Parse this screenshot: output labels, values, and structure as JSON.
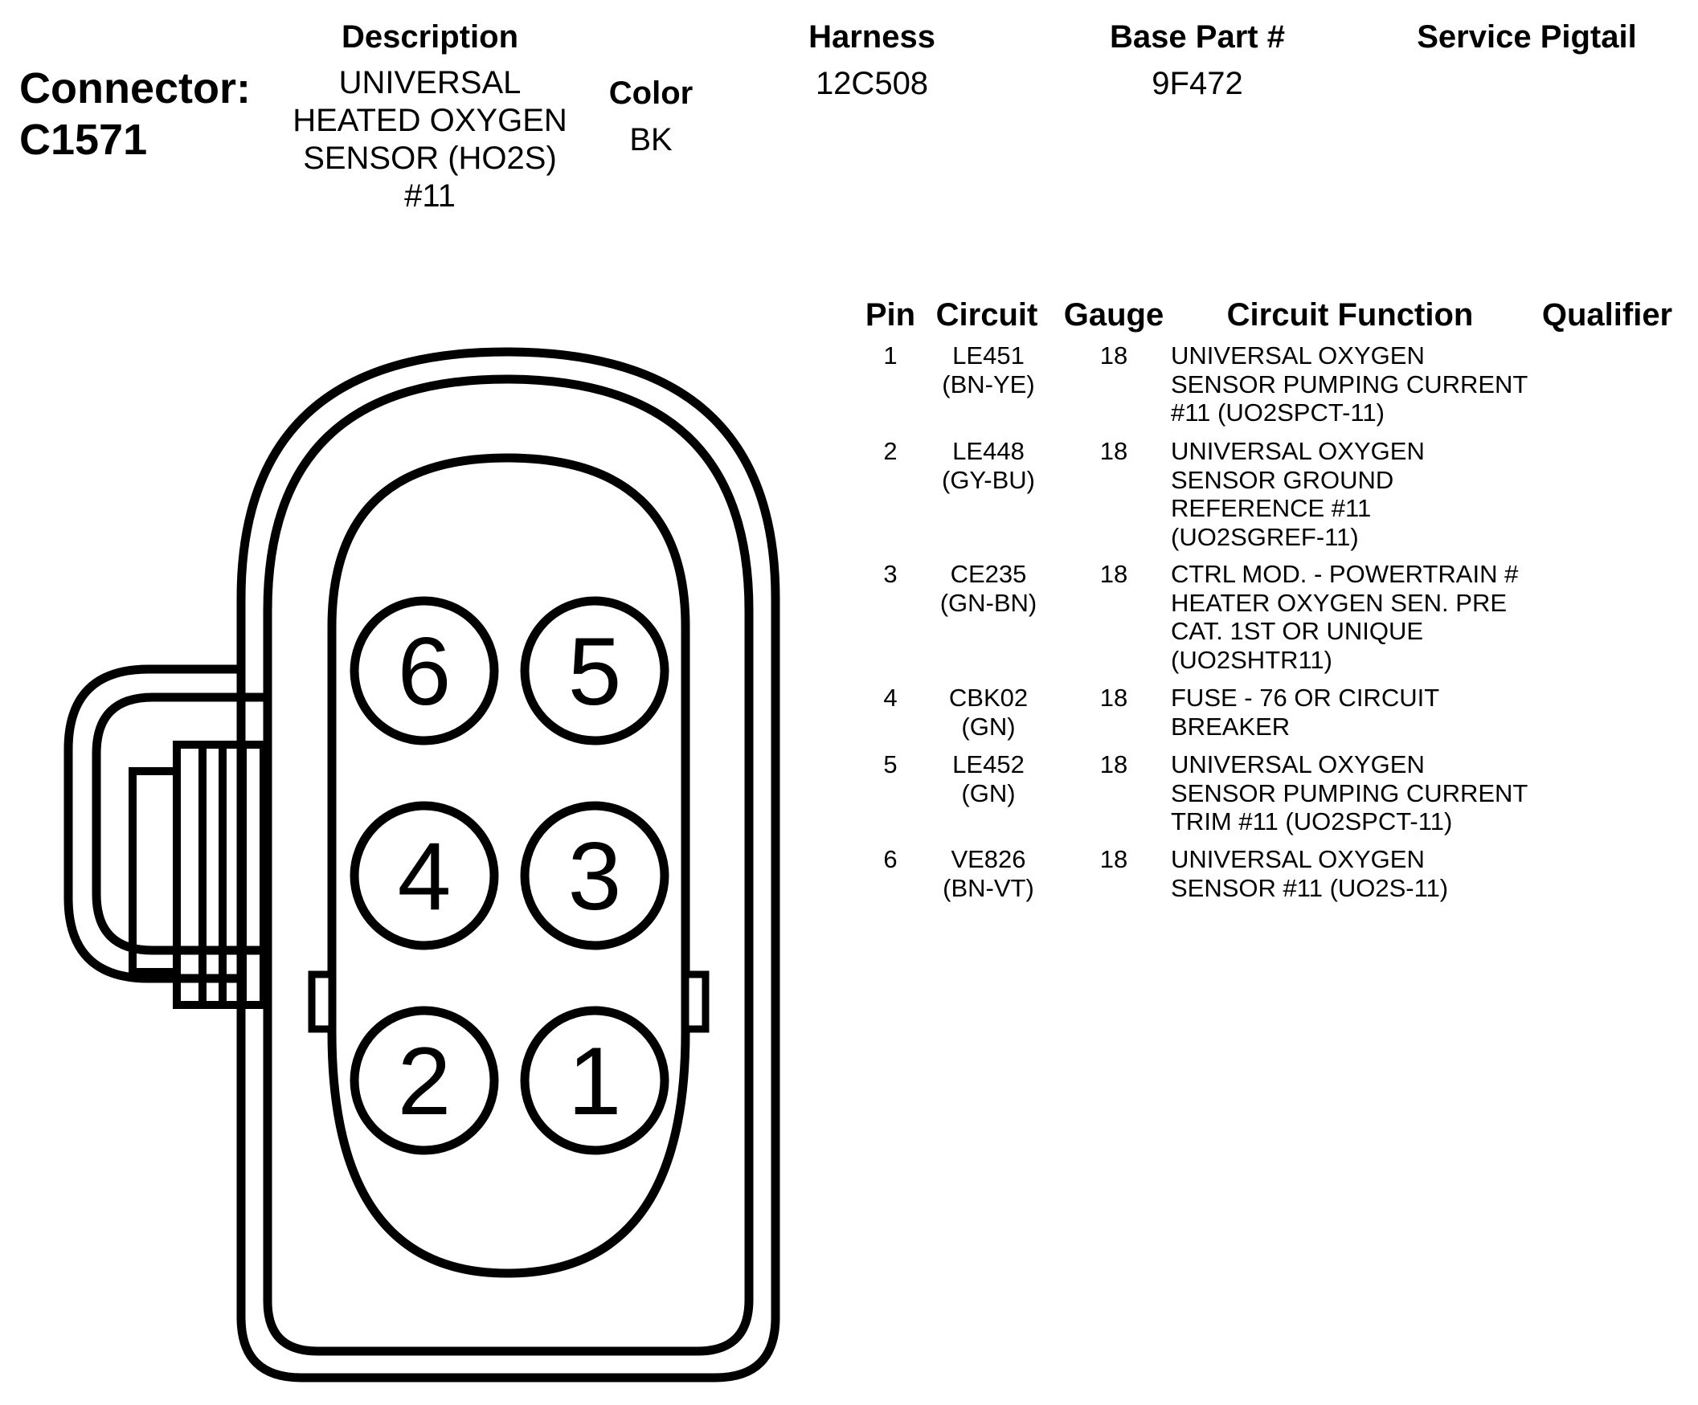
{
  "connector": {
    "label": "Connector:",
    "id": "C1571"
  },
  "header": {
    "description_label": "Description",
    "description_lines": [
      "UNIVERSAL",
      "HEATED OXYGEN",
      "SENSOR (HO2S)",
      "#11"
    ],
    "color_label": "Color",
    "color_value": "BK",
    "harness_label": "Harness",
    "harness_value": "12C508",
    "base_part_label": "Base Part #",
    "base_part_value": "9F472",
    "service_pigtail_label": "Service Pigtail"
  },
  "table": {
    "headers": {
      "pin": "Pin",
      "circuit": "Circuit",
      "gauge": "Gauge",
      "function": "Circuit Function",
      "qualifier": "Qualifier"
    },
    "rows": [
      {
        "pin": "1",
        "circuit": "LE451",
        "circuit_color": "(BN-YE)",
        "gauge": "18",
        "function": [
          "UNIVERSAL OXYGEN",
          "SENSOR PUMPING CURRENT",
          "#11 (UO2SPCT-11)"
        ]
      },
      {
        "pin": "2",
        "circuit": "LE448",
        "circuit_color": "(GY-BU)",
        "gauge": "18",
        "function": [
          "UNIVERSAL OXYGEN",
          "SENSOR GROUND",
          "REFERENCE #11",
          "(UO2SGREF-11)"
        ]
      },
      {
        "pin": "3",
        "circuit": "CE235",
        "circuit_color": "(GN-BN)",
        "gauge": "18",
        "function": [
          "CTRL MOD. - POWERTRAIN #",
          "HEATER OXYGEN SEN. PRE",
          "CAT. 1ST OR UNIQUE",
          "(UO2SHTR11)"
        ]
      },
      {
        "pin": "4",
        "circuit": "CBK02",
        "circuit_color": "(GN)",
        "gauge": "18",
        "function": [
          "FUSE - 76 OR CIRCUIT",
          "BREAKER"
        ]
      },
      {
        "pin": "5",
        "circuit": "LE452",
        "circuit_color": "(GN)",
        "gauge": "18",
        "function": [
          "UNIVERSAL OXYGEN",
          "SENSOR PUMPING CURRENT",
          "TRIM #11 (UO2SPCT-11)"
        ]
      },
      {
        "pin": "6",
        "circuit": "VE826",
        "circuit_color": "(BN-VT)",
        "gauge": "18",
        "function": [
          "UNIVERSAL OXYGEN",
          "SENSOR #11 (UO2S-11)"
        ]
      }
    ]
  },
  "diagram": {
    "pin_labels": [
      "6",
      "5",
      "4",
      "3",
      "2",
      "1"
    ]
  }
}
